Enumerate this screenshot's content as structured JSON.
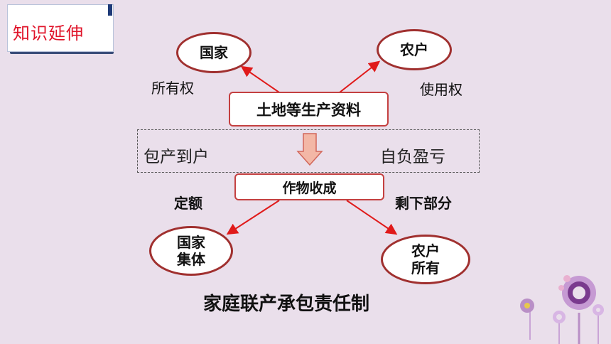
{
  "badge": {
    "title": "知识延伸"
  },
  "top": {
    "center_box": "土地等生产资料",
    "left_oval": "国家",
    "right_oval": "农户",
    "left_label": "所有权",
    "right_label": "使用权"
  },
  "middle": {
    "left_text": "包产到户",
    "right_text": "自负盈亏"
  },
  "bottom": {
    "center_box": "作物收成",
    "left_label": "定额",
    "right_label": "剩下部分",
    "left_oval": [
      "国家",
      "集体"
    ],
    "right_oval": [
      "农户",
      "所有"
    ]
  },
  "footer": {
    "title": "家庭联产承包责任制"
  },
  "colors": {
    "background": "#EADFEB",
    "arrow": "#E01A1A",
    "oval_border": "#A0302F",
    "badge_text": "#E0142A",
    "down_arrow_fill": "#F3B7A6"
  }
}
